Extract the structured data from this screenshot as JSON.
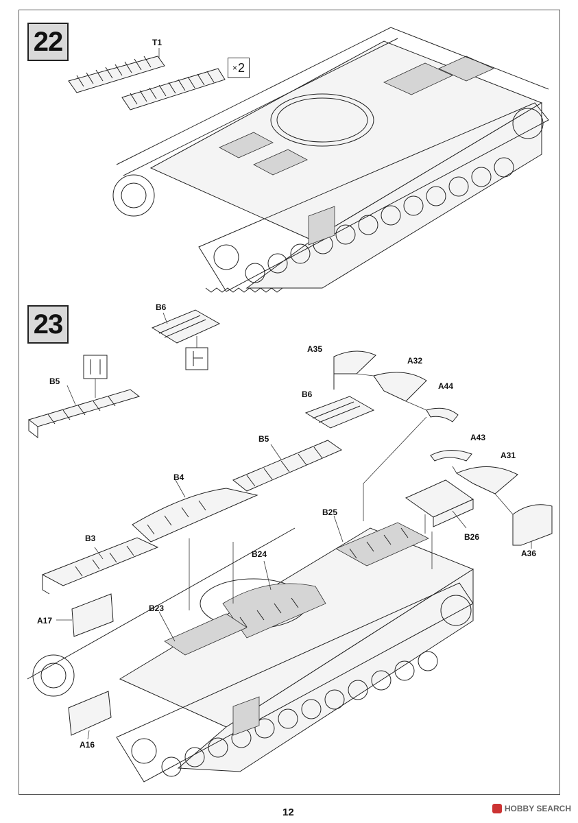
{
  "page_number": "12",
  "watermark": {
    "brand": "HOBBY SEARCH",
    "logo": "hobby-search-logo"
  },
  "steps": [
    {
      "number": "22"
    },
    {
      "number": "23"
    }
  ],
  "step22": {
    "part": "T1",
    "multiplier_symbol": "×",
    "multiplier_value": "2"
  },
  "step23": {
    "parts": {
      "b6_top": "B6",
      "b5_left": "B5",
      "a35": "A35",
      "a32": "A32",
      "b6": "B6",
      "a44": "A44",
      "b5": "B5",
      "a43": "A43",
      "a31": "A31",
      "b4": "B4",
      "b25": "B25",
      "b26": "B26",
      "b3": "B3",
      "a36": "A36",
      "b24": "B24",
      "a17": "A17",
      "b23": "B23",
      "a16": "A16"
    }
  }
}
